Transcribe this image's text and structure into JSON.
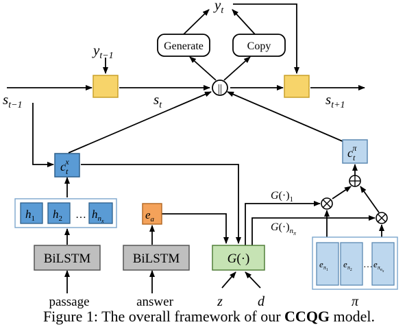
{
  "caption": {
    "prefix": "Figure 1: The overall framework of our ",
    "model": "CCQG",
    "suffix": " model."
  },
  "nodes": {
    "generate": "Generate",
    "copy": "Copy",
    "bilstm_passage": "BiLSTM",
    "bilstm_answer": "BiLSTM",
    "concat": "||",
    "plus": "⊕",
    "times": "⊗"
  },
  "labels": {
    "passage": "passage",
    "answer": "answer",
    "z": "z",
    "d": "d",
    "pi": "π",
    "ellipsis": "…"
  },
  "colors": {
    "gold": "#f7d46a",
    "gold_edge": "#c9a02b",
    "blue_dark": "#5a9bd5",
    "blue_dark_edge": "#2d5f8a",
    "blue_light": "#bdd7ee",
    "blue_light_edge": "#5b88b2",
    "orange": "#f4a25a",
    "orange_edge": "#b06520",
    "green": "#c6e3b4",
    "green_edge": "#507f3a",
    "gray": "#bfbfbf",
    "gray_edge": "#555555"
  }
}
